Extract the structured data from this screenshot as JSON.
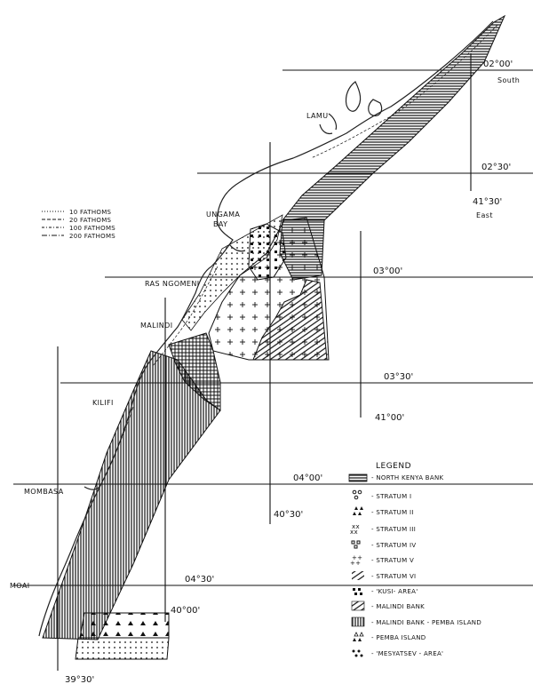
{
  "coordinates": {
    "lat_02_00": "02°00'",
    "south": "South",
    "lat_02_30": "02°30'",
    "lon_41_30": "41°30'",
    "east": "East",
    "lat_03_00": "03°00'",
    "lat_03_30": "03°30'",
    "lon_41_00": "41°00'",
    "lat_04_00": "04°00'",
    "lon_40_30": "40°30'",
    "lat_04_30": "04°30'",
    "lon_40_00": "40°00'",
    "lon_39_30": "39°30'"
  },
  "places": {
    "lamu": "LAMU",
    "ungama_bay_1": "UNGAMA",
    "ungama_bay_2": "BAY",
    "ras_ngomeni": "RAS NGOMENI",
    "malindi": "MALINDI",
    "kilifi": "KILIFI",
    "mombasa": "MOMBASA",
    "moa": "MOAI"
  },
  "depth_legend": [
    {
      "label": "10 FATHOMS"
    },
    {
      "label": "20 FATHOMS"
    },
    {
      "label": "100 FATHOMS"
    },
    {
      "label": "200 FATHOMS"
    }
  ],
  "legend": {
    "title": "LEGEND",
    "items": [
      {
        "label": "- NORTH KENYA BANK",
        "icon": "solid-hatch"
      },
      {
        "label": "- STRATUM I",
        "icon": "circles"
      },
      {
        "label": "- STRATUM II",
        "icon": "triangles"
      },
      {
        "label": "- STRATUM III",
        "icon": "crosses-x"
      },
      {
        "label": "- STRATUM IV",
        "icon": "squares"
      },
      {
        "label": "- STRATUM V",
        "icon": "plus-signs"
      },
      {
        "label": "- STRATUM VI",
        "icon": "diagonal-hatch"
      },
      {
        "label": "- 'KUSI- AREA'",
        "icon": "dense-squares"
      },
      {
        "label": "- MALINDI BANK",
        "icon": "crosshatch"
      },
      {
        "label": "- MALINDI BANK - PEMBA ISLAND",
        "icon": "vertical-hatch"
      },
      {
        "label": "- PEMBA ISLAND",
        "icon": "triangle-group"
      },
      {
        "label": "- 'MESYATSEV - AREA'",
        "icon": "dots"
      }
    ]
  }
}
